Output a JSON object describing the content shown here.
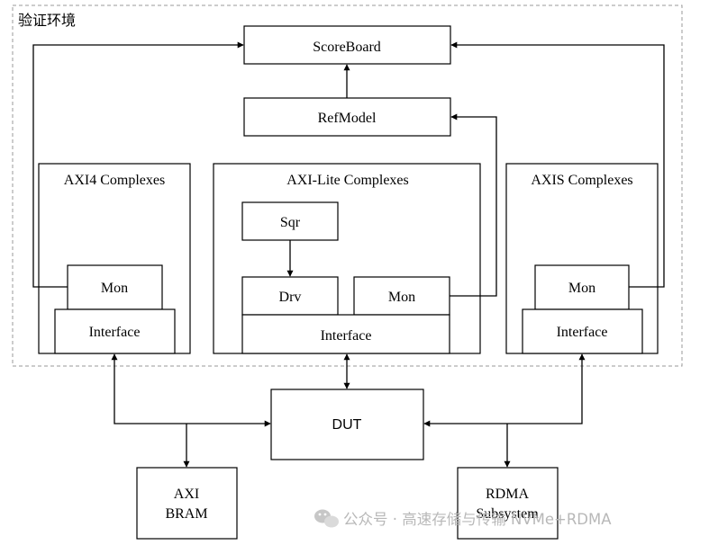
{
  "env_label": "验证环境",
  "scoreboard": "ScoreBoard",
  "refmodel": "RefModel",
  "axi4": {
    "title": "AXI4 Complexes",
    "mon": "Mon",
    "iface": "Interface"
  },
  "axilite": {
    "title": "AXI-Lite Complexes",
    "sqr": "Sqr",
    "drv": "Drv",
    "mon": "Mon",
    "iface": "Interface"
  },
  "axis": {
    "title": "AXIS Complexes",
    "mon": "Mon",
    "iface": "Interface"
  },
  "dut": "DUT",
  "bram": {
    "line1": "AXI",
    "line2": "BRAM"
  },
  "rdma": {
    "line1": "RDMA",
    "line2": "Subsystem"
  },
  "watermark": "公众号 · 高速存储与传输 NVMe+RDMA",
  "watermark_icon": "wechat-icon"
}
